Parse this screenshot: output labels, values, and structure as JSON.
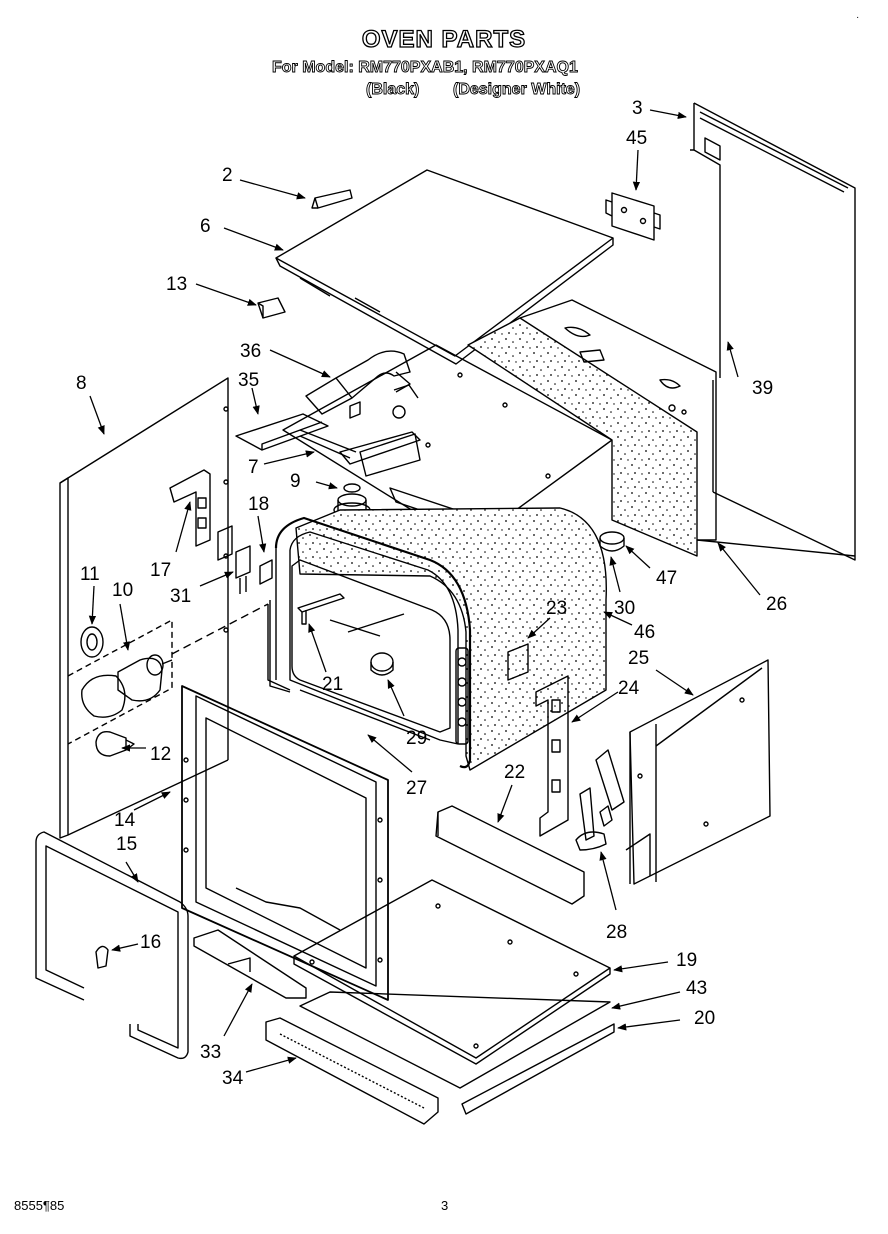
{
  "header": {
    "title": "OVEN PARTS",
    "model_line": "For Model: RM770PXAB1, RM770PXAQ1",
    "variant_black": "(Black)",
    "variant_white": "(Designer White)"
  },
  "corner_mark": "·",
  "footer": {
    "doc_number": "8555¶85",
    "page_number": "3"
  },
  "part_callouts": [
    "2",
    "3",
    "6",
    "7",
    "8",
    "9",
    "10",
    "11",
    "12",
    "13",
    "14",
    "15",
    "16",
    "17",
    "18",
    "19",
    "20",
    "21",
    "22",
    "23",
    "24",
    "25",
    "26",
    "27",
    "28",
    "29",
    "30",
    "31",
    "33",
    "34",
    "35",
    "36",
    "39",
    "43",
    "45",
    "46",
    "47"
  ]
}
